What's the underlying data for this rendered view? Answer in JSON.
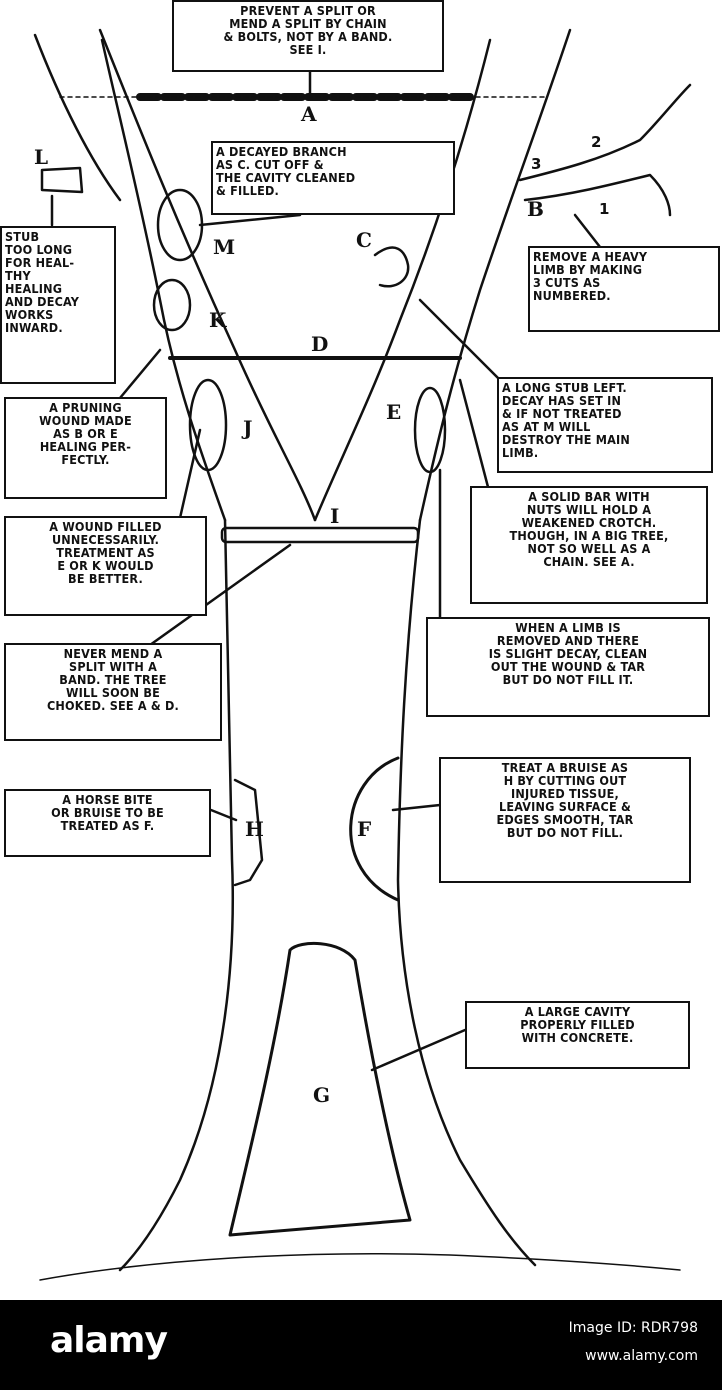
{
  "labels": {
    "top": "PREVENT A SPLIT OR\nMEND A SPLIT BY CHAIN\n& BOLTS, NOT BY A BAND.\nSEE I.",
    "decayed_branch": "A DECAYED BRANCH\nAS C. CUT OFF &\nTHE CAVITY CLEANED\n& FILLED.",
    "stub": "STUB\nTOO LONG\nFOR HEAL-\nTHY\nHEALING\nAND DECAY\nWORKS\nINWARD.",
    "remove_limb": "REMOVE A HEAVY\nLIMB BY MAKING\n3 CUTS AS\nNUMBERED.",
    "long_stub": "A LONG STUB LEFT.\nDECAY HAS SET IN\n& IF NOT TREATED\nAS AT M WILL\nDESTROY THE MAIN\nLIMB.",
    "pruning": "A PRUNING\nWOUND MADE\nAS B OR E\nHEALING PER-\nFECTLY.",
    "solid_bar": "A SOLID BAR WITH\nNUTS WILL HOLD A\nWEAKENED CROTCH.\nTHOUGH, IN A BIG TREE,\nNOT SO WELL AS A\nCHAIN. SEE A.",
    "wound_filled": "A WOUND FILLED\nUNNECESSARILY.\nTREATMENT AS\nE OR K WOULD\nBE BETTER.",
    "limb_removed": "WHEN A LIMB IS\nREMOVED AND THERE\nIS SLIGHT DECAY, CLEAN\nOUT THE WOUND & TAR\nBUT DO NOT FILL IT.",
    "never_mend": "NEVER MEND A\nSPLIT WITH A\nBAND. THE TREE\nWILL SOON BE\nCHOKED. SEE A & D.",
    "bruise": "TREAT A BRUISE AS\nH BY CUTTING OUT\nINJURED TISSUE,\nLEAVING SURFACE &\nEDGES SMOOTH, TAR\nBUT DO NOT FILL.",
    "horse_bite": "A HORSE BITE\nOR BRUISE TO BE\nTREATED AS F.",
    "cavity": "A LARGE CAVITY\nPROPERLY FILLED\nWITH CONCRETE."
  },
  "letters": {
    "A": "A",
    "B": "B",
    "C": "C",
    "D": "D",
    "E": "E",
    "F": "F",
    "G": "G",
    "H": "H",
    "I": "I",
    "J": "J",
    "K": "K",
    "L": "L",
    "M": "M"
  },
  "cut_numbers": {
    "one": "1",
    "two": "2",
    "three": "3"
  },
  "footer": {
    "logo": "alamy",
    "image_id": "Image ID: RDR798",
    "site": "www.alamy.com"
  },
  "colors": {
    "ink": "#111111",
    "paper": "#ffffff",
    "footer_bg": "#000000"
  }
}
